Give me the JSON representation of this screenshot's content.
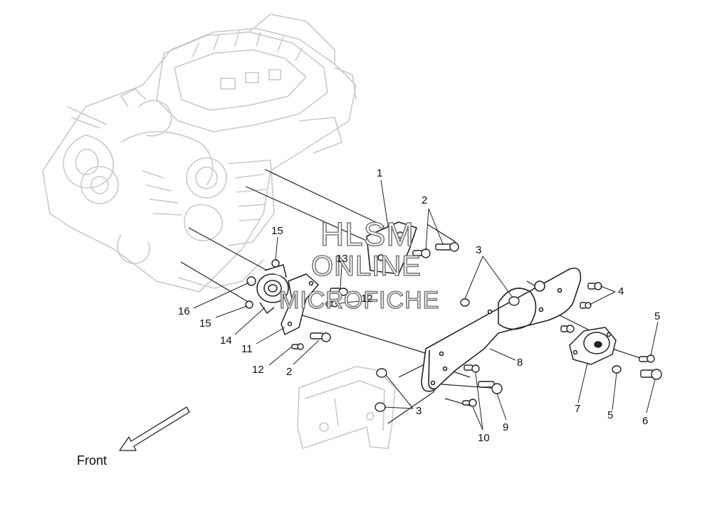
{
  "diagram": {
    "front_label": "Front",
    "watermark": {
      "line1": "HLSM",
      "line2": "ONLINE",
      "line3": "MICROFICHE"
    },
    "callouts": [
      {
        "id": "c1",
        "text": "1"
      },
      {
        "id": "c2a",
        "text": "2"
      },
      {
        "id": "c3a",
        "text": "3"
      },
      {
        "id": "c4",
        "text": "4"
      },
      {
        "id": "c5a",
        "text": "5"
      },
      {
        "id": "c15a",
        "text": "15"
      },
      {
        "id": "c13",
        "text": "13"
      },
      {
        "id": "c12a",
        "text": "12"
      },
      {
        "id": "c16",
        "text": "16"
      },
      {
        "id": "c15b",
        "text": "15"
      },
      {
        "id": "c14",
        "text": "14"
      },
      {
        "id": "c11",
        "text": "11"
      },
      {
        "id": "c12b",
        "text": "12"
      },
      {
        "id": "c2b",
        "text": "2"
      },
      {
        "id": "c8",
        "text": "8"
      },
      {
        "id": "c3b",
        "text": "3"
      },
      {
        "id": "c7",
        "text": "7"
      },
      {
        "id": "c5b",
        "text": "5"
      },
      {
        "id": "c6",
        "text": "6"
      },
      {
        "id": "c9",
        "text": "9"
      },
      {
        "id": "c10",
        "text": "10"
      }
    ],
    "colors": {
      "engine_ghost": "#c9c9c9",
      "part_line": "#222222",
      "watermark_outline": "#7a7a7a"
    }
  }
}
